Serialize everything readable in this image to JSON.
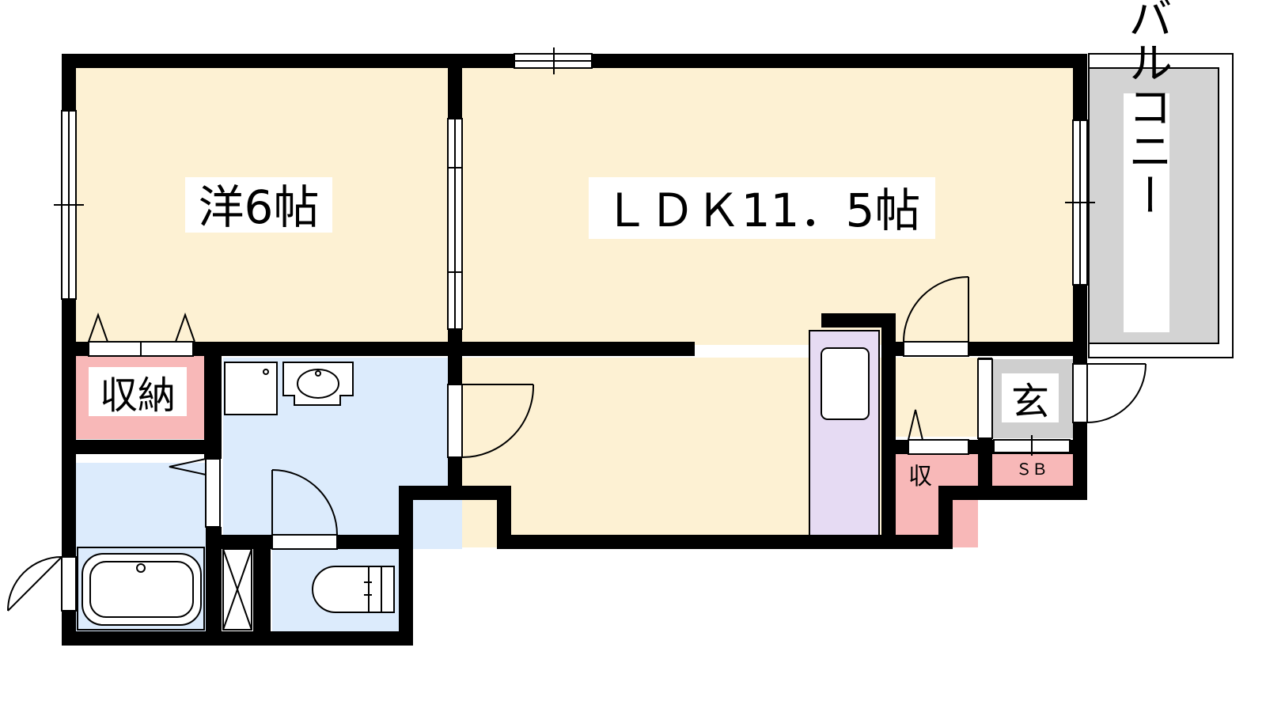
{
  "rooms": {
    "western_room": "洋6帖",
    "ldk": "ＬＤＫ11．5帖",
    "storage_main": "収納",
    "storage_small": "収",
    "entrance": "玄",
    "shoe_box": "ＳＢ",
    "balcony": "バルコニー"
  },
  "colors": {
    "room_fill": "#fdf1d3",
    "wet_area_fill": "#dcebfc",
    "storage_fill": "#f8b8b8",
    "entrance_fill": "#cfcfcf",
    "balcony_fill": "#d3d3d3",
    "kitchen_fill": "#e6dbf3",
    "wall": "#000000"
  },
  "icons": {
    "kitchen": "kitchen-counter-icon",
    "bath": "bathtub-icon",
    "toilet": "toilet-icon",
    "washbasin": "washbasin-icon",
    "washer": "washing-machine-icon"
  }
}
